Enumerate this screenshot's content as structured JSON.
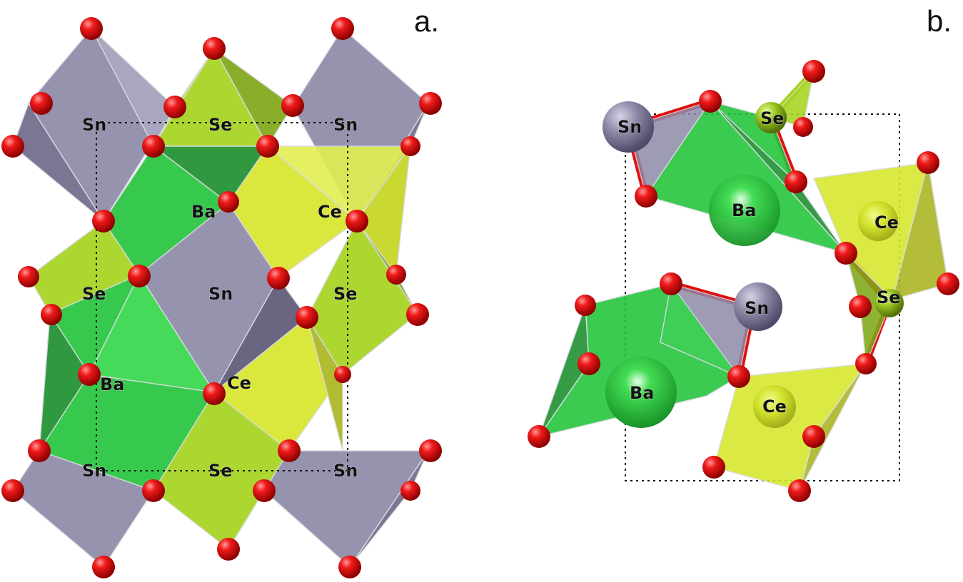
{
  "panels": [
    {
      "id": "a",
      "label": "a."
    },
    {
      "id": "b",
      "label": "b."
    }
  ],
  "colors": {
    "sn": "#8e8aa8",
    "sn_dark": "#6f6b8a",
    "se": "#a6d420",
    "se_dark": "#7fa818",
    "ba": "#22c43a",
    "ba_dark": "#1a8f2c",
    "ce": "#d6e62a",
    "ce_dark": "#a9b51e",
    "oxygen": "#e01010",
    "cell_line": "#111111"
  },
  "panel_a_labels": [
    "Sn",
    "Se",
    "Sn",
    "Ba",
    "Ce",
    "Se",
    "Sn",
    "Se",
    "Ba",
    "Ce",
    "Sn",
    "Se",
    "Sn"
  ],
  "panel_b_labels": [
    "Sn",
    "Se",
    "Ba",
    "Ce",
    "Sn",
    "Se",
    "Ba",
    "Ce"
  ]
}
